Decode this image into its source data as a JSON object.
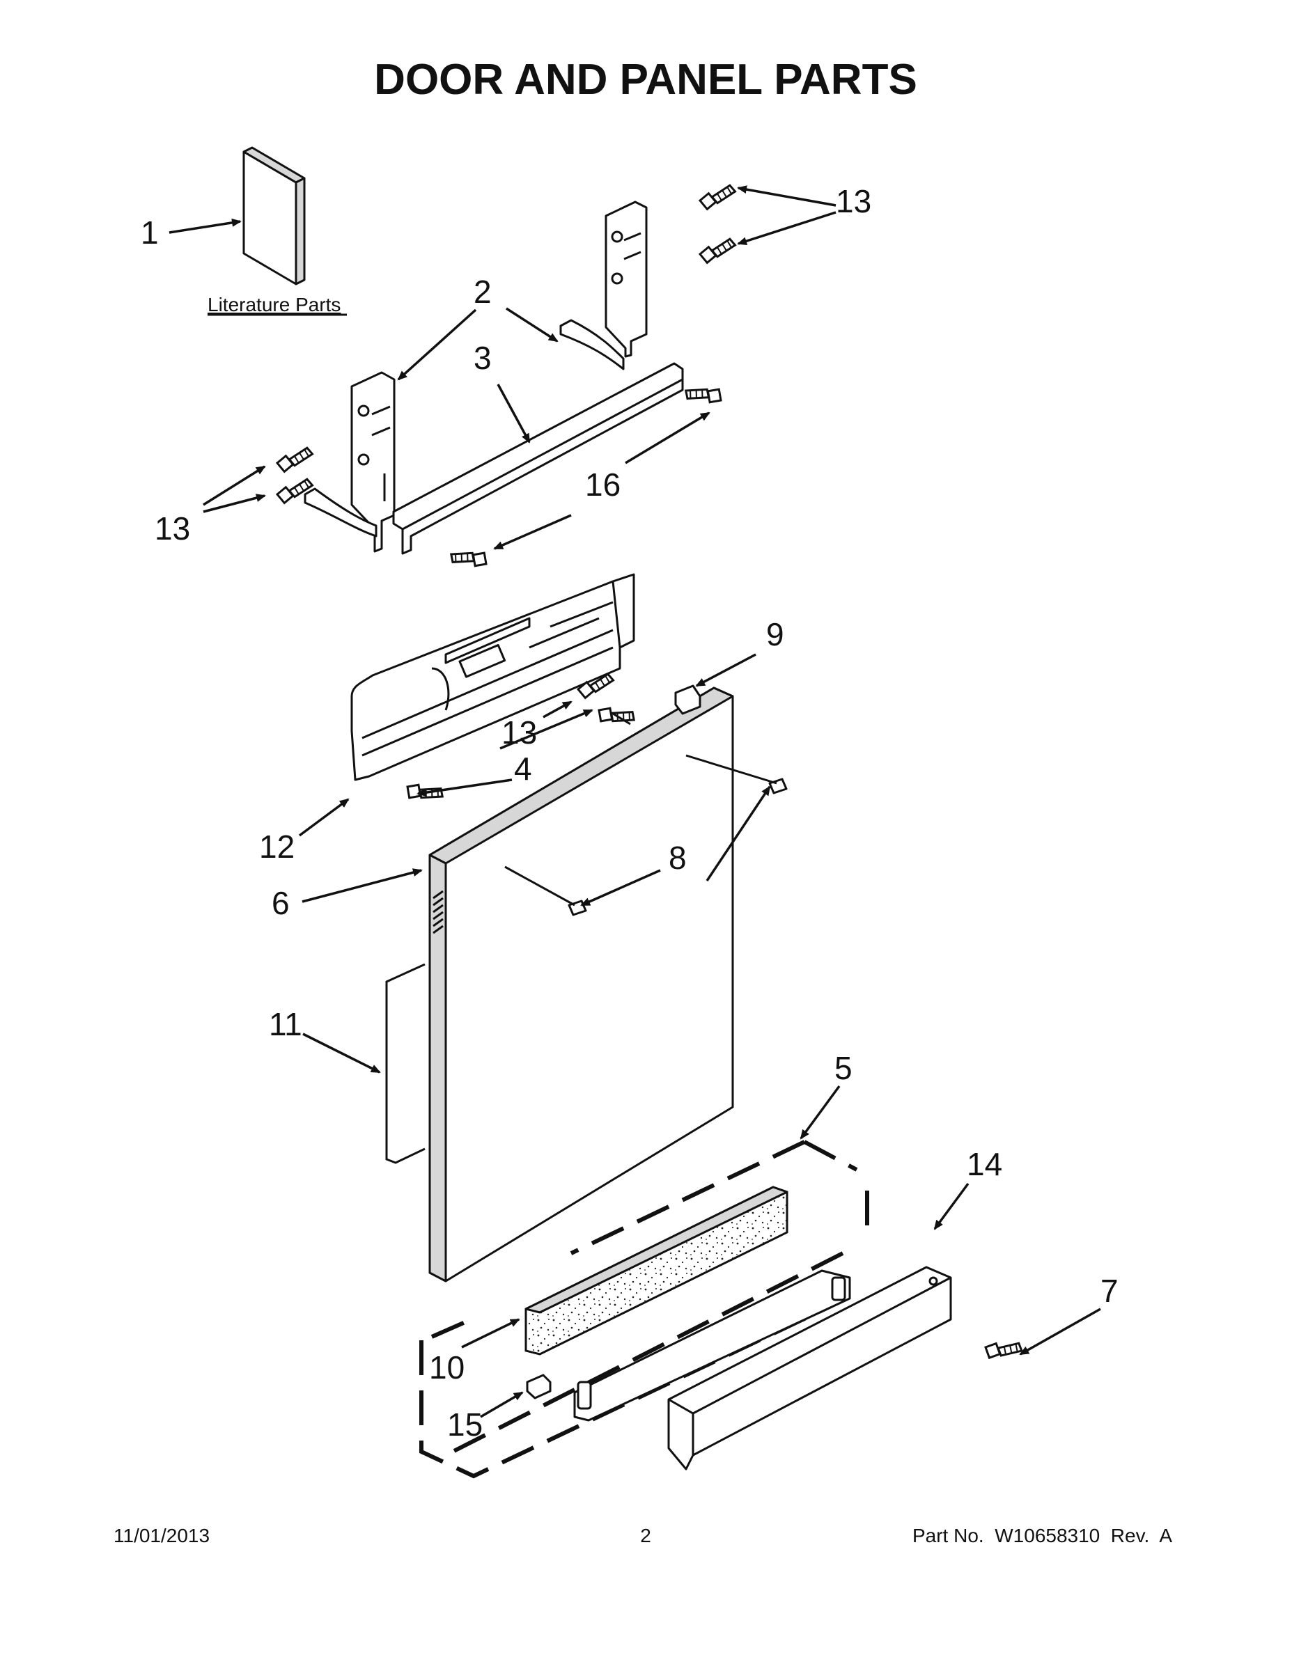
{
  "title": "DOOR AND PANEL PARTS",
  "literature_label": "Literature Parts",
  "callouts": {
    "c1": "1",
    "c2": "2",
    "c3": "3",
    "c4": "4",
    "c5": "5",
    "c6": "6",
    "c7": "7",
    "c8": "8",
    "c9": "9",
    "c10": "10",
    "c11": "11",
    "c12": "12",
    "c13_top": "13",
    "c13_left": "13",
    "c13_mid": "13",
    "c14": "14",
    "c15": "15",
    "c16": "16"
  },
  "footer": {
    "date": "11/01/2013",
    "page": "2",
    "part_no": "Part No.  W10658310  Rev.  A"
  }
}
